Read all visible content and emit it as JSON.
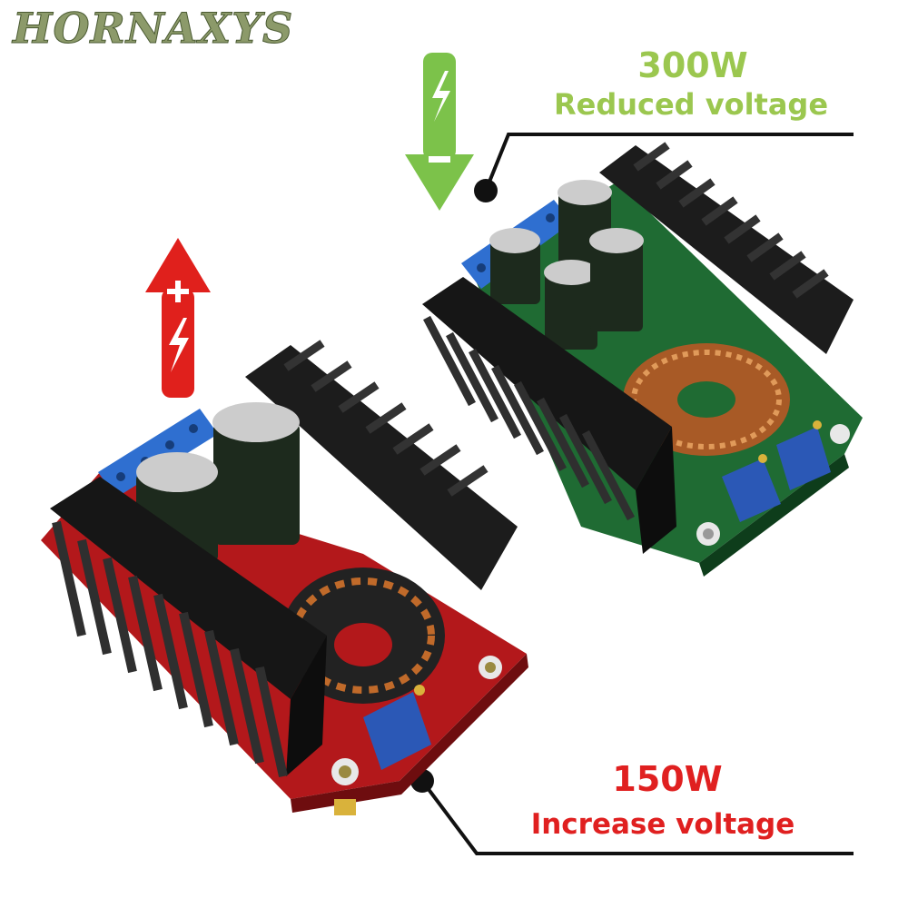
{
  "brand": {
    "logo_text": "HORNAXYS",
    "color": "#8c9a6a"
  },
  "top_label": {
    "power": "300W",
    "description": "Reduced voltage",
    "color": "#9bc74f"
  },
  "bottom_label": {
    "power": "150W",
    "description": "Increase voltage",
    "color": "#e02020"
  },
  "arrows": {
    "down": {
      "icon": "green-down-arrow-minus-bolt-icon",
      "color": "#7cc24a"
    },
    "up": {
      "icon": "red-up-arrow-plus-bolt-icon",
      "color": "#e0201c"
    }
  },
  "modules": [
    {
      "name": "buck-module",
      "pcb_color": "#1f6b33"
    },
    {
      "name": "boost-module",
      "pcb_color": "#b3181b"
    }
  ]
}
